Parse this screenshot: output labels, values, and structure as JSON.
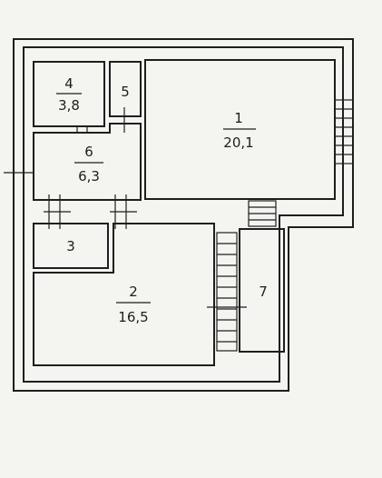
{
  "floor_plan": {
    "rooms": [
      {
        "number": "1",
        "area": "20,1"
      },
      {
        "number": "2",
        "area": "16,5"
      },
      {
        "number": "3",
        "area": ""
      },
      {
        "number": "4",
        "area": "3,8"
      },
      {
        "number": "5",
        "area": ""
      },
      {
        "number": "6",
        "area": "6,3"
      },
      {
        "number": "7",
        "area": ""
      }
    ]
  }
}
